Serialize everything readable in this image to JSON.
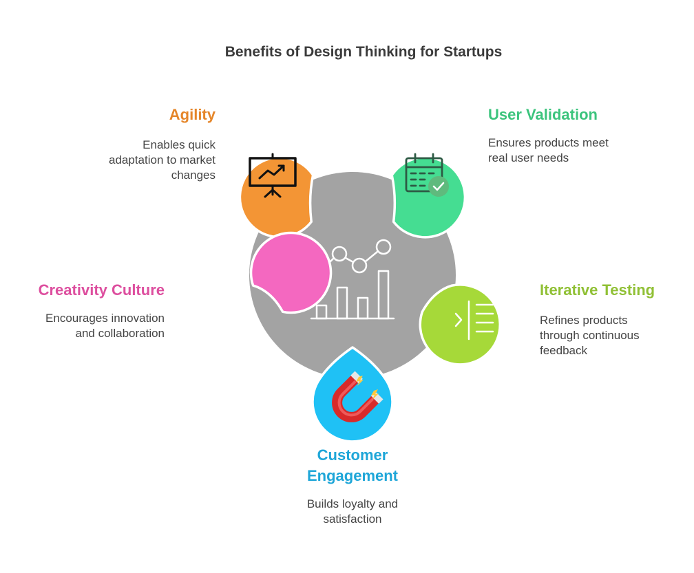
{
  "title": "Benefits of Design Thinking for Startups",
  "colors": {
    "hub": "#a3a3a3",
    "agility": "#f39535",
    "user_validation": "#45dd92",
    "iterative_testing": "#a6d939",
    "customer_engagement": "#1fc1f5",
    "creativity_culture": "#f468c0",
    "agility_text": "#e5862a",
    "user_validation_text": "#3cc47d",
    "iterative_testing_text": "#90c035",
    "customer_engagement_text": "#1ea6d8",
    "creativity_culture_text": "#dd4f9f"
  },
  "items": {
    "agility": {
      "heading": "Agility",
      "desc": [
        "Enables quick",
        "adaptation to market",
        "changes"
      ],
      "icon": "presentation-chart-icon"
    },
    "user_validation": {
      "heading": "User Validation",
      "desc": [
        "Ensures products meet",
        "real user needs"
      ],
      "icon": "calendar-check-icon"
    },
    "iterative_testing": {
      "heading": "Iterative Testing",
      "desc": [
        "Refines products",
        "through continuous",
        "feedback"
      ],
      "icon": "list-indent-icon"
    },
    "customer_engagement": {
      "heading": [
        "Customer",
        "Engagement"
      ],
      "desc": [
        "Builds loyalty and",
        "satisfaction"
      ],
      "icon": "magnet-icon"
    },
    "creativity_culture": {
      "heading": "Creativity Culture",
      "desc": [
        "Encourages innovation",
        "and collaboration"
      ],
      "icon": "lightbulb-icon"
    }
  },
  "hub_icon": "growth-chart-icon"
}
